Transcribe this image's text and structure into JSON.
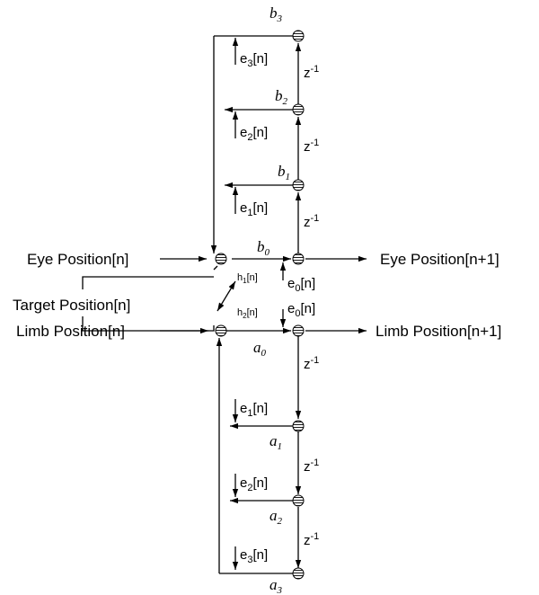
{
  "inputs": {
    "eye": "Eye Position[n]",
    "target": "Target Position[n]",
    "limb": "Limb Position[n]"
  },
  "outputs": {
    "eye": "Eye Position[n+1]",
    "limb": "Limb Position[n+1]"
  },
  "coupling": {
    "h1": {
      "base": "h",
      "sub": "1",
      "tail": "[n]"
    },
    "h2": {
      "base": "h",
      "sub": "2",
      "tail": "[n]"
    }
  },
  "delay": {
    "base": "z",
    "sup": "-1"
  },
  "eye_gains": [
    {
      "base": "b",
      "sub": "0"
    },
    {
      "base": "b",
      "sub": "1"
    },
    {
      "base": "b",
      "sub": "2"
    },
    {
      "base": "b",
      "sub": "3"
    }
  ],
  "limb_gains": [
    {
      "base": "a",
      "sub": "0"
    },
    {
      "base": "a",
      "sub": "1"
    },
    {
      "base": "a",
      "sub": "2"
    },
    {
      "base": "a",
      "sub": "3"
    }
  ],
  "eye_errors": [
    {
      "base": "e",
      "sub": "0",
      "tail": "[n]"
    },
    {
      "base": "e",
      "sub": "1",
      "tail": "[n]"
    },
    {
      "base": "e",
      "sub": "2",
      "tail": "[n]"
    },
    {
      "base": "e",
      "sub": "3",
      "tail": "[n]"
    }
  ],
  "limb_errors": [
    {
      "base": "e",
      "sub": "0",
      "tail": "[n]"
    },
    {
      "base": "e",
      "sub": "1",
      "tail": "[n]"
    },
    {
      "base": "e",
      "sub": "2",
      "tail": "[n]"
    },
    {
      "base": "e",
      "sub": "3",
      "tail": "[n]"
    }
  ],
  "colors": {
    "line": "#000000",
    "node_fill": "#ffffff"
  }
}
